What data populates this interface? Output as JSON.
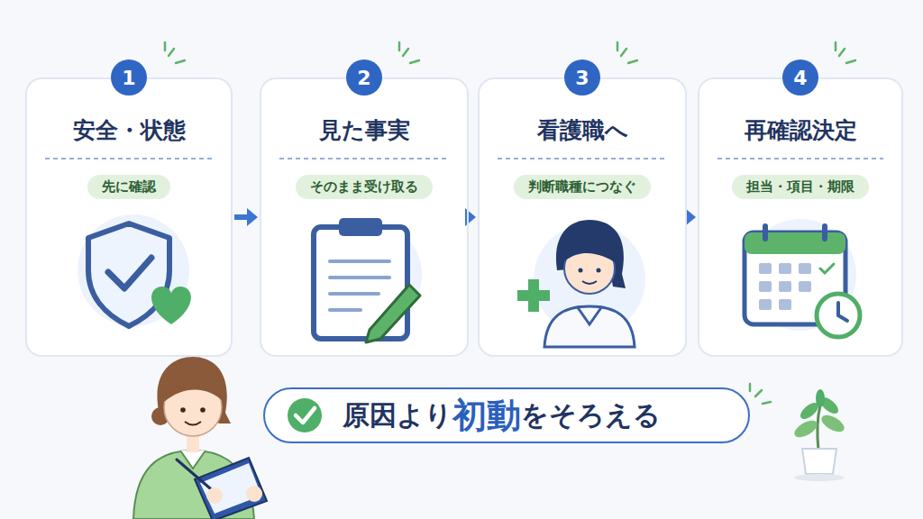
{
  "diagram": {
    "nodes": [
      {
        "text": [
          "安全・状態"
        ]
      },
      {
        "text": [
          "1"
        ],
        "in": 0
      },
      {
        "text": [
          "先に確認"
        ],
        "in": 0
      },
      {
        "text": [
          "見た事実"
        ]
      },
      {
        "text": [
          "2"
        ],
        "in": 3
      },
      {
        "text": [
          "そのまま受け取る"
        ],
        "in": 3
      },
      {
        "text": [
          "看護職へ"
        ]
      },
      {
        "text": [
          "3"
        ],
        "in": 6
      },
      {
        "text": [
          "判断職種につなぐ"
        ],
        "in": 6
      },
      {
        "text": [
          "再確認決定"
        ]
      },
      {
        "text": [
          "4"
        ],
        "in": 9
      },
      {
        "text": [
          "担当・項目・期限"
        ],
        "in": 9
      },
      {
        "text": [
          "原因より",
          "初動",
          "をそろえる"
        ]
      }
    ],
    "edges": [
      {
        "from": 0,
        "to": 3,
        "arrow": "to"
      },
      {
        "from": 3,
        "to": 6,
        "arrow": "to"
      },
      {
        "from": 6,
        "to": 9,
        "arrow": "to"
      }
    ]
  }
}
